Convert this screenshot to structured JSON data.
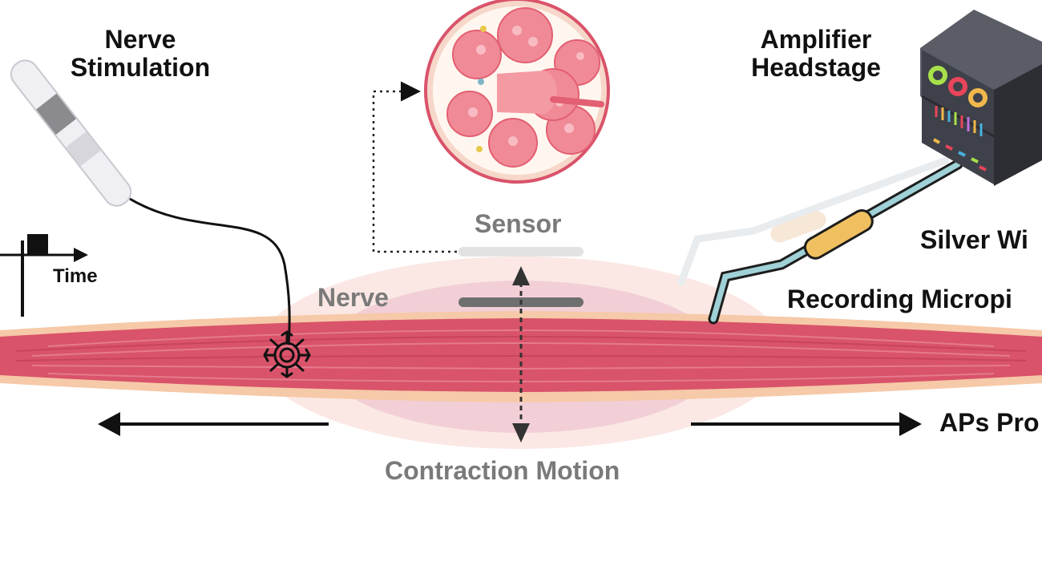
{
  "labels": {
    "nerve_stimulation": "Nerve\nStimulation",
    "time": "Time",
    "sensor": "Sensor",
    "nerve": "Nerve",
    "contraction_motion": "Contraction Motion",
    "amplifier_headstage": "Amplifier\nHeadstage",
    "silver_wire": "Silver Wi",
    "recording_micropipette": "Recording Micropi",
    "aps_propagation": "APs Pro"
  },
  "colors": {
    "muscle": "#d9536a",
    "muscle_dark": "#c23d55",
    "fascia": "#f6c9a8",
    "halo": "#f7dede",
    "halo_inner": "#f2c6d0",
    "label_grey": "#7a7a7a",
    "label_dark": "#111111",
    "amplifier_body": "#4a4d55",
    "micropipette": "#f0c060"
  },
  "icons": [
    "stimulator-probe-icon",
    "stimulus-pulse-icon",
    "neuron-icon",
    "muscle-cross-section-icon",
    "amplifier-icon",
    "micropipette-icon",
    "sensor-bar-icon"
  ]
}
